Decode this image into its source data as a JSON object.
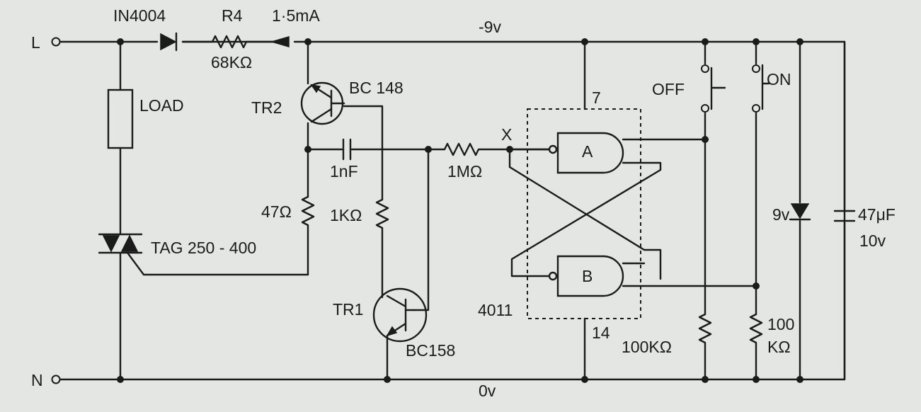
{
  "rails": {
    "live_terminal": "L",
    "neutral_terminal": "N",
    "supply_rail": "-9v",
    "ground_rail": "0v"
  },
  "components": {
    "diode": "IN4004",
    "r4_name": "R4",
    "r4_value": "68KΩ",
    "r4_current": "1·5mA",
    "load": "LOAD",
    "triac": "TAG 250 - 400",
    "tr2_name": "TR2",
    "tr2_part": "BC 148",
    "tr1_name": "TR1",
    "tr1_part": "BC158",
    "capacitor": "1nF",
    "r_47": "47Ω",
    "r_1k": "1KΩ",
    "r_1m": "1MΩ",
    "node_x": "X",
    "ic_pin_top": "7",
    "ic_pin_bottom": "14",
    "ic_part": "4011",
    "gate_a": "A",
    "gate_b": "B",
    "switch_off": "OFF",
    "switch_on": "ON",
    "r_100k_left": "100KΩ",
    "r_100k_right_top": "100",
    "r_100k_right_bottom": "KΩ",
    "zener": "9v",
    "cap_value": "47μF",
    "cap_voltage": "10v"
  }
}
